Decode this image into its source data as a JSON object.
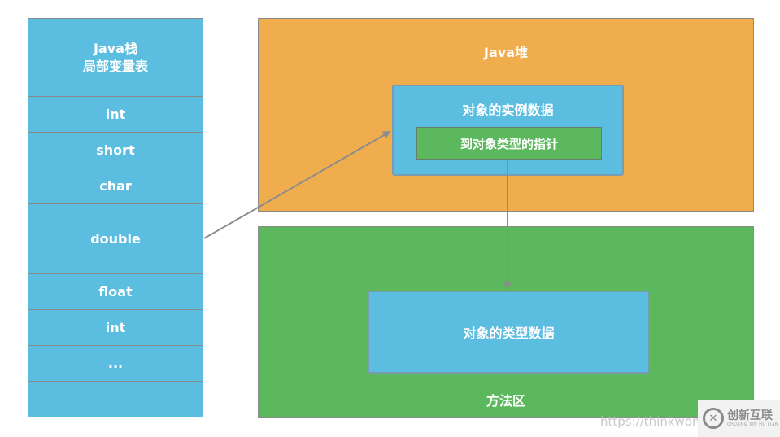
{
  "stack": {
    "title_line1": "Java栈",
    "title_line2": "局部变量表",
    "cells": [
      "int",
      "short",
      "char",
      "double",
      "float",
      "int",
      "..."
    ]
  },
  "heap": {
    "title": "Java堆",
    "instance_label": "对象的实例数据",
    "pointer_label": "到对象类型的指针"
  },
  "method_area": {
    "title": "方法区",
    "type_data_label": "对象的类型数据"
  },
  "watermark": {
    "url": "https://thinkwon.b",
    "logo_cn": "创新互联",
    "logo_en": "CHUANG XIN HU LIAN"
  },
  "colors": {
    "blue": "#5bbde0",
    "orange": "#f0ad4e",
    "green": "#5cb85c",
    "arrow": "#8c8c8c"
  }
}
